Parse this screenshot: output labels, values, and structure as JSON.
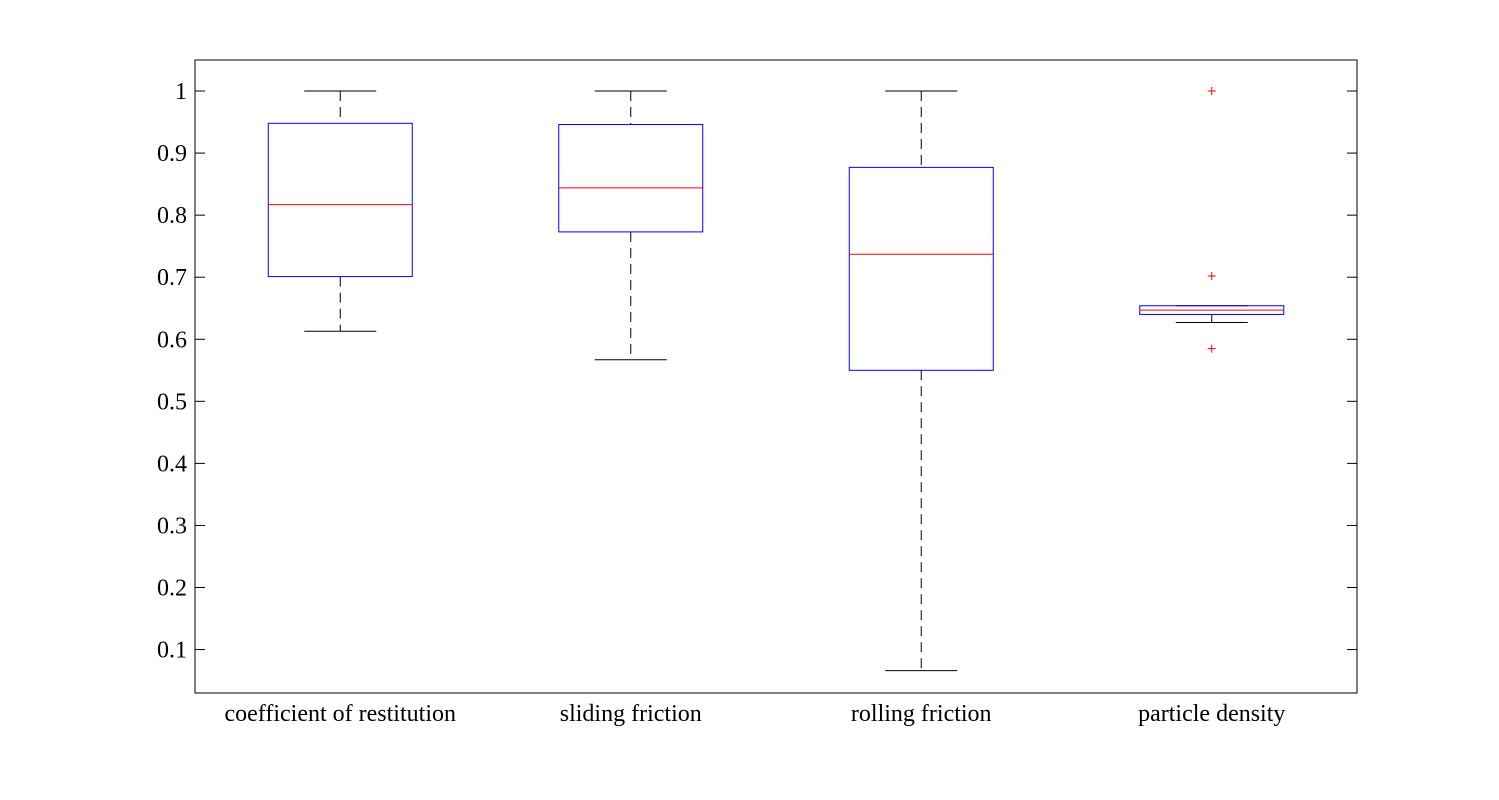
{
  "chart_data": {
    "type": "box",
    "title": "",
    "xlabel": "",
    "ylabel": "",
    "categories": [
      "coefficient of restitution",
      "sliding friction",
      "rolling friction",
      "particle density"
    ],
    "ylim": [
      0.03,
      1.05
    ],
    "yticks": [
      0.1,
      0.2,
      0.3,
      0.4,
      0.5,
      0.6,
      0.7,
      0.8,
      0.9,
      1
    ],
    "ytick_labels": [
      "0.1",
      "0.2",
      "0.3",
      "0.4",
      "0.5",
      "0.6",
      "0.7",
      "0.8",
      "0.9",
      "1"
    ],
    "grid": false,
    "boxes": [
      {
        "category": "coefficient of restitution",
        "whisker_low": 0.613,
        "q1": 0.701,
        "median": 0.817,
        "q3": 0.948,
        "whisker_high": 1.0,
        "outliers": []
      },
      {
        "category": "sliding friction",
        "whisker_low": 0.567,
        "q1": 0.773,
        "median": 0.844,
        "q3": 0.946,
        "whisker_high": 1.0,
        "outliers": []
      },
      {
        "category": "rolling friction",
        "whisker_low": 0.066,
        "q1": 0.55,
        "median": 0.737,
        "q3": 0.877,
        "whisker_high": 1.0,
        "outliers": []
      },
      {
        "category": "particle density",
        "whisker_low": 0.627,
        "q1": 0.64,
        "median": 0.647,
        "q3": 0.654,
        "whisker_high": 0.654,
        "outliers": [
          0.585,
          0.702,
          1.0
        ]
      }
    ],
    "colors": {
      "box": "#0000ff",
      "median": "#ff0000",
      "whisker": "#000000",
      "outlier": "#ff0000",
      "axis": "#000000"
    }
  }
}
